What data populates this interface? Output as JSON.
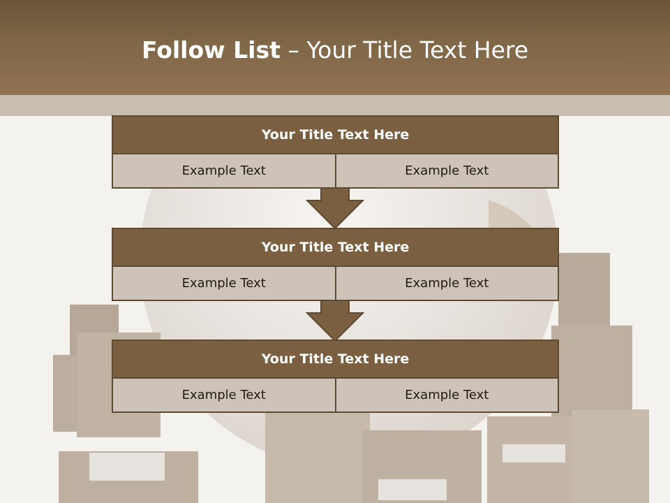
{
  "slide": {
    "title_bold": "Follow List",
    "title_rest": " – Your Title Text Here"
  },
  "steps": [
    {
      "title": "Your Title Text Here",
      "left": "Example Text",
      "right": "Example Text"
    },
    {
      "title": "Your Title Text Here",
      "left": "Example Text",
      "right": "Example Text"
    },
    {
      "title": "Your Title Text Here",
      "left": "Example Text",
      "right": "Example Text"
    }
  ],
  "colors": {
    "header": "#7f6747",
    "block_title": "#7a6040",
    "block_cell": "#cdc3b9",
    "border": "#5d4a32"
  }
}
